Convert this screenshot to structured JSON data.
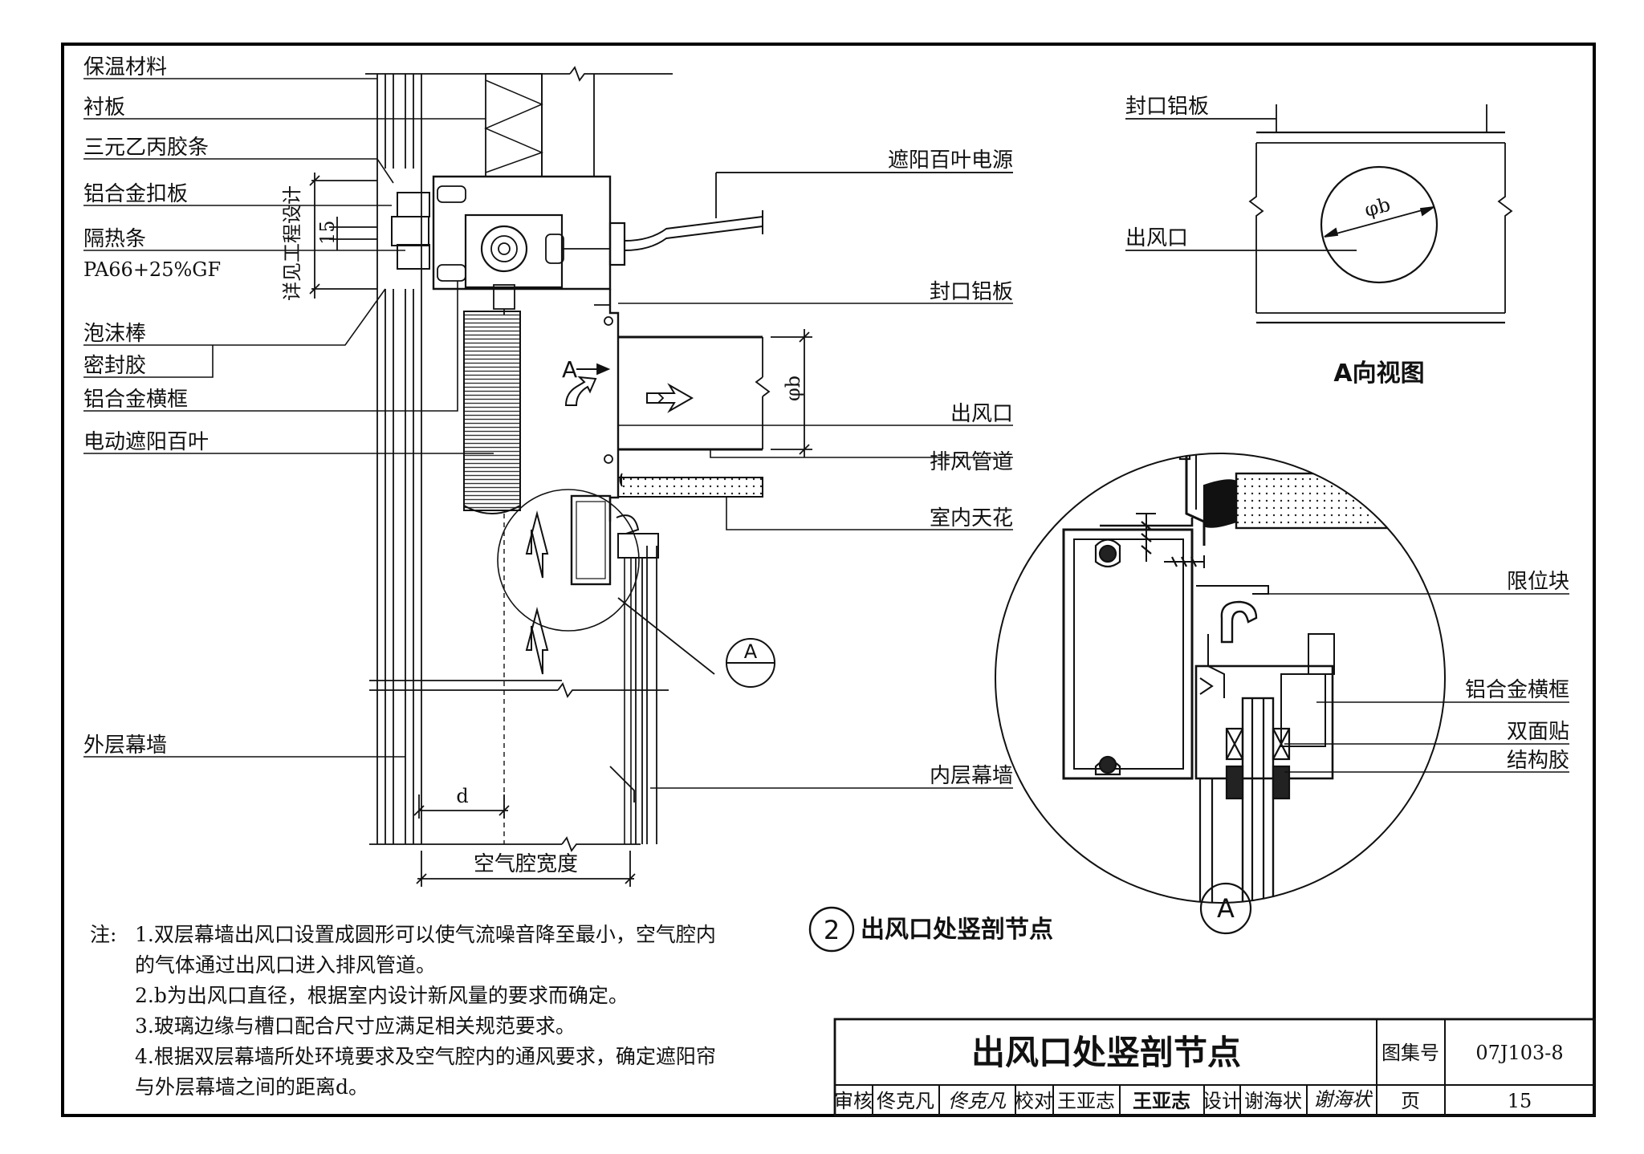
{
  "left_labels": {
    "insulation": "保温材料",
    "backing_board": "衬板",
    "epdm_strip": "三元乙丙胶条",
    "cover_plate": "铝合金扣板",
    "thermal_break": "隔热条",
    "thermal_break_spec": "PA66+25%GF",
    "foam_rod": "泡沫棒",
    "sealant": "密封胶",
    "transom_frame": "铝合金横框",
    "motorized_blind": "电动遮阳百叶",
    "outer_curtain_wall": "外层幕墙"
  },
  "right_labels": {
    "blind_power": "遮阳百叶电源",
    "closure_plate": "封口铝板",
    "air_outlet": "出风口",
    "exhaust_duct": "排风管道",
    "ceiling": "室内天花",
    "inner_curtain_wall": "内层幕墙"
  },
  "dimensions": {
    "per_design": "详见工程设计",
    "fifteen": "15",
    "phi_b": "φb",
    "d": "d",
    "cavity_width": "空气腔宽度"
  },
  "view_a": {
    "closure_plate": "封口铝板",
    "air_outlet": "出风口",
    "phi_b": "φb",
    "title": "A向视图"
  },
  "detail_a": {
    "stop_block": "限位块",
    "transom_frame": "铝合金横框",
    "double_tape": "双面贴",
    "structural_glue": "结构胶",
    "marker": "A"
  },
  "markers": {
    "arrow_a": "A",
    "callout_a": "A"
  },
  "section": {
    "number": "2",
    "title": "出风口处竖剖节点"
  },
  "notes": {
    "lead": "注:",
    "items": [
      "1.双层幕墙出风口设置成圆形可以使气流噪音降至最小，空气腔内",
      "的气体通过出风口进入排风管道。",
      "2.b为出风口直径，根据室内设计新风量的要求而确定。",
      "3.玻璃边缘与槽口配合尺寸应满足相关规范要求。",
      "4.根据双层幕墙所处环境要求及空气腔内的通风要求，确定遮阳帘",
      "与外层幕墙之间的距离d。"
    ]
  },
  "title_block": {
    "title": "出风口处竖剖节点",
    "atlas_label": "图集号",
    "atlas_no": "07J103-8",
    "page_label": "页",
    "page_no": "15",
    "review_label": "审核",
    "reviewer": "佟克凡",
    "reviewer_sig": "佟克凡",
    "check_label": "校对",
    "checker": "王亚志",
    "checker_sig": "王亚志",
    "design_label": "设计",
    "designer": "谢海状",
    "designer_sig": "谢海状"
  }
}
